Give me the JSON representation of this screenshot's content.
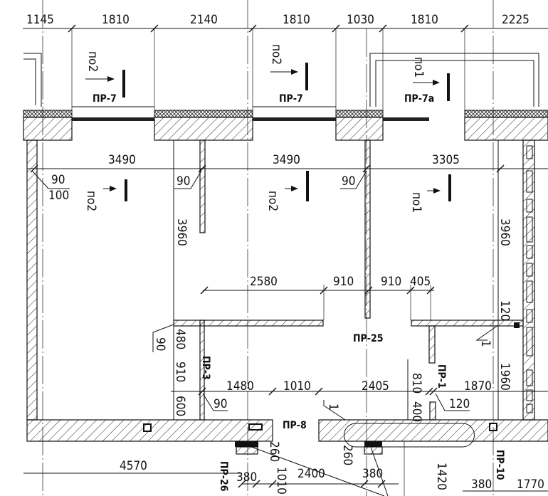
{
  "top_dimensions": [
    "1145",
    "1810",
    "2140",
    "1810",
    "1030",
    "1810",
    "2225"
  ],
  "room_dimensions": [
    "3490",
    "3490",
    "3305"
  ],
  "small_dims": {
    "d90_100_top": "90",
    "d90_100_bottom": "100",
    "d90_a": "90",
    "d90_b": "90",
    "v3960_left": "3960",
    "v3960_right": "3960",
    "d2580": "2580",
    "d910_a": "910",
    "d910_b": "910",
    "d405": "405",
    "v120": "120",
    "v480": "480",
    "v90": "90",
    "v910": "910",
    "d1480": "1480",
    "d1010": "1010",
    "d2405": "2405",
    "v810": "810",
    "d1870": "1870",
    "v1960": "1960",
    "v600": "600",
    "d90_c": "90",
    "v400": "400",
    "d120": "120",
    "v260_a": "260",
    "v260_b": "260",
    "d380_a": "380",
    "v1010": "1010",
    "d2400": "2400",
    "d380_b": "380",
    "v1420": "1420",
    "d380_c": "380",
    "d1770": "1770",
    "d4570": "4570",
    "leader_1_a": "1",
    "leader_1_b": "1"
  },
  "window_marks": [
    {
      "label": "по2",
      "tag": "ПР-7"
    },
    {
      "label": "по2",
      "tag": "ПР-7"
    },
    {
      "label": "по1",
      "tag": "ПР-7а"
    }
  ],
  "room_window_marks": [
    "по2",
    "по2",
    "по1"
  ],
  "opening_tags": {
    "pr25": "ПР-25",
    "pr3": "ПР-3",
    "pr1": "ПР-1",
    "pr8": "ПР-8",
    "pr10": "ПР-10",
    "pr26": "ПР-26"
  }
}
